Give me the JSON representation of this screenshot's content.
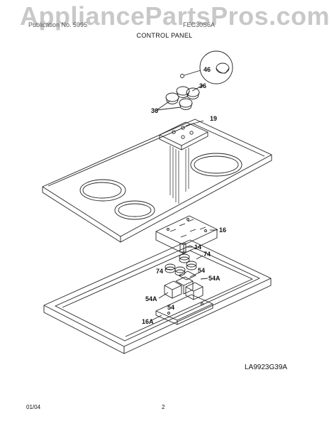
{
  "watermark": "AppliancePartsPros.com",
  "header": {
    "publication_text": "Publication No. 5995",
    "model_text": "FEC30S6A",
    "section_title": "CONTROL PANEL"
  },
  "callouts": {
    "c46": "46",
    "c36a": "36",
    "c36b": "36",
    "c19": "19",
    "c16": "16",
    "c14": "14",
    "c74a": "74",
    "c74b": "74",
    "c54a": "54",
    "c54b": "54",
    "c54A_right": "54A",
    "c54A_left": "54A",
    "c16A": "16A"
  },
  "footer": {
    "drawing_ref": "LA9923G39A",
    "date": "01/04",
    "page_number": "2"
  }
}
